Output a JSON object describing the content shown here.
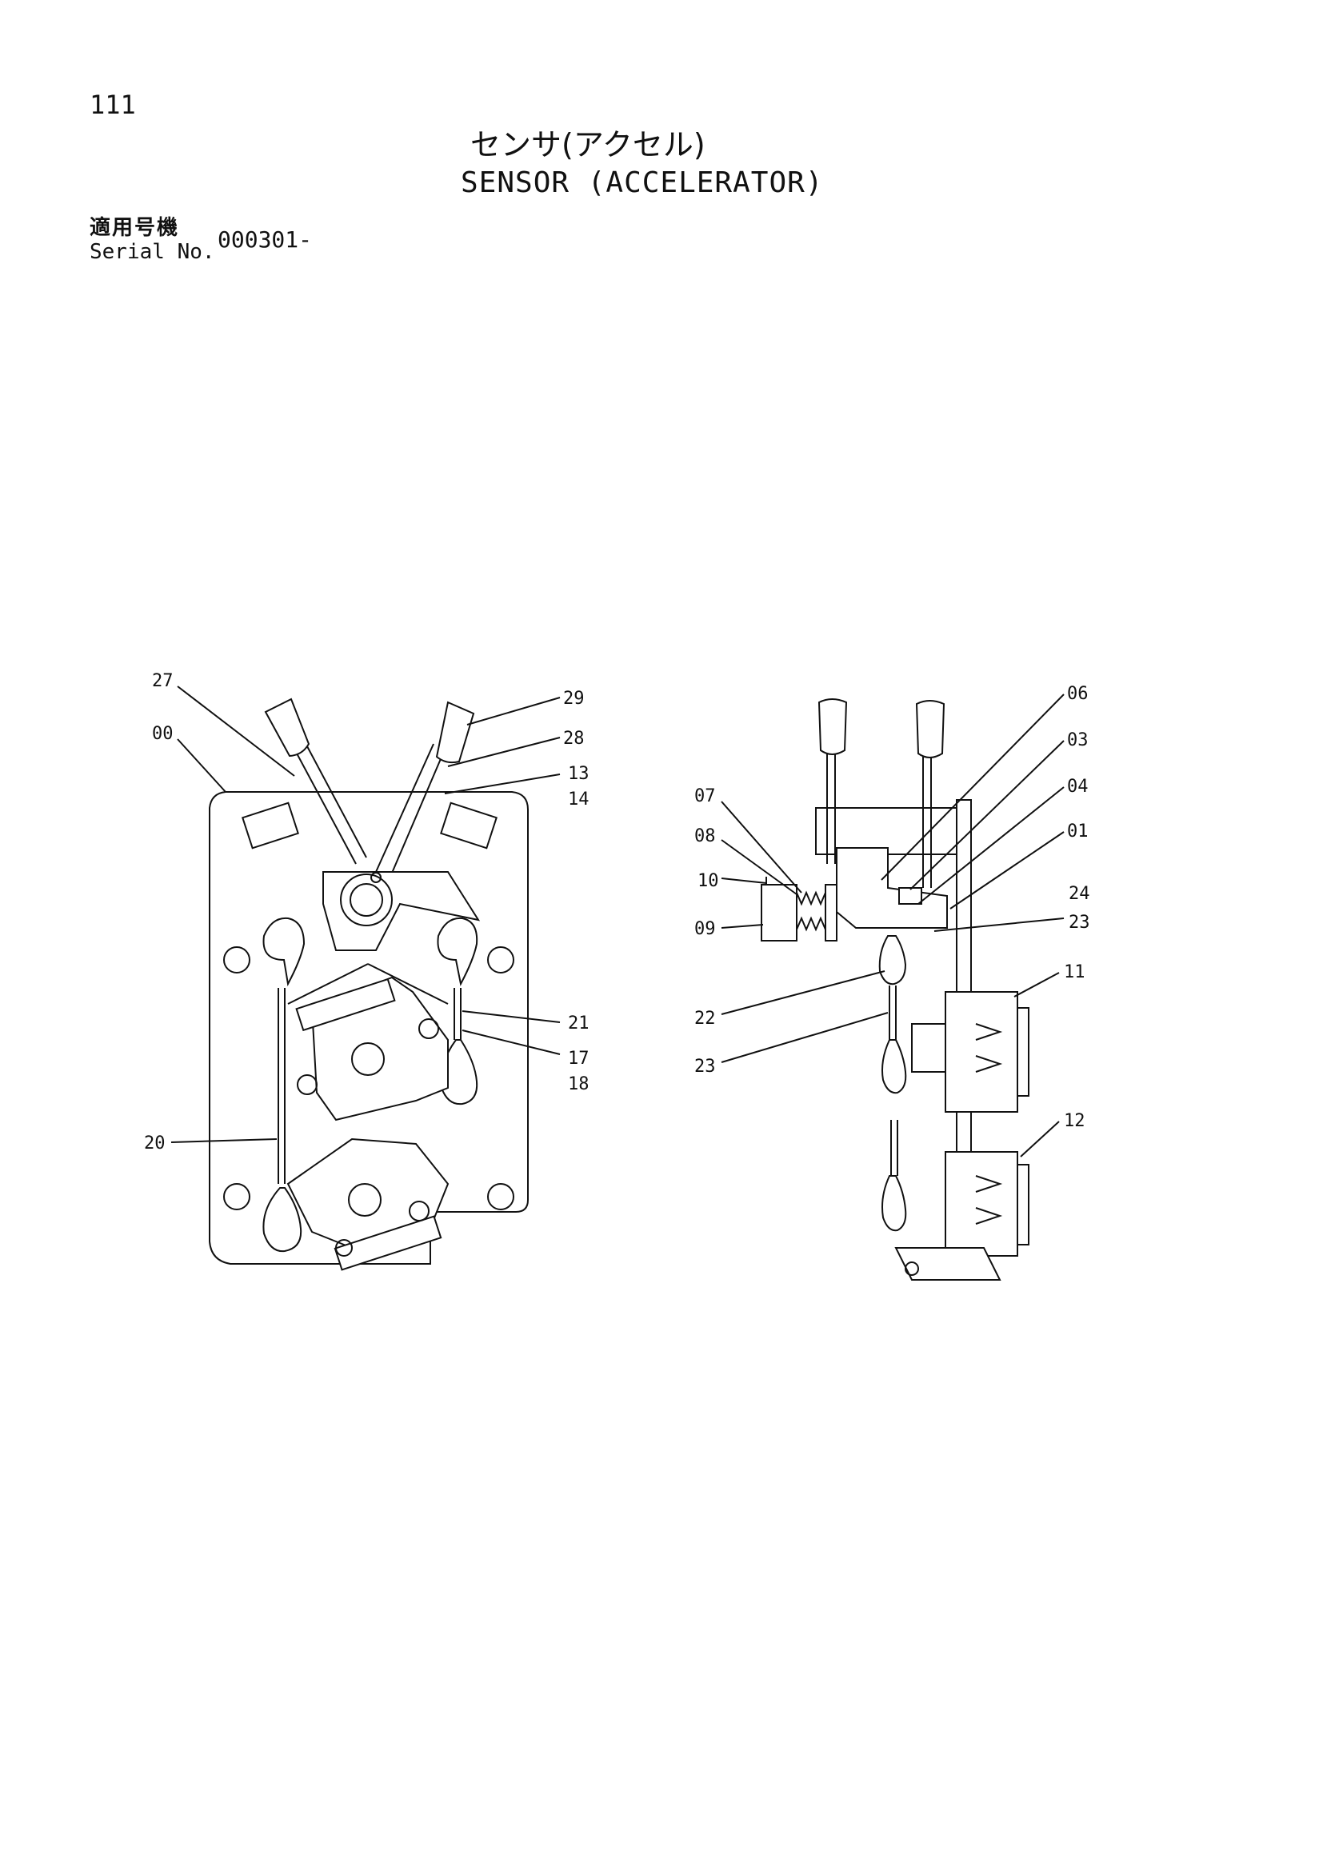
{
  "page": {
    "number": "111",
    "title_jp": "センサ(アクセル)",
    "title_en": "SENSOR (ACCELERATOR)",
    "serial_label_jp": "適用号機",
    "serial_label_en": "Serial No.",
    "serial_value": "000301-"
  },
  "callouts": [
    {
      "id": "c27",
      "text": "27"
    },
    {
      "id": "c00",
      "text": "00"
    },
    {
      "id": "c29",
      "text": "29"
    },
    {
      "id": "c28",
      "text": "28"
    },
    {
      "id": "c13",
      "text": "13"
    },
    {
      "id": "c14",
      "text": "14"
    },
    {
      "id": "c21",
      "text": "21"
    },
    {
      "id": "c17",
      "text": "17"
    },
    {
      "id": "c18",
      "text": "18"
    },
    {
      "id": "c20",
      "text": "20"
    },
    {
      "id": "c06",
      "text": "06"
    },
    {
      "id": "c03",
      "text": "03"
    },
    {
      "id": "c04",
      "text": "04"
    },
    {
      "id": "c01",
      "text": "01"
    },
    {
      "id": "c07",
      "text": "07"
    },
    {
      "id": "c08",
      "text": "08"
    },
    {
      "id": "c10",
      "text": "10"
    },
    {
      "id": "c09",
      "text": "09"
    },
    {
      "id": "c24",
      "text": "24"
    },
    {
      "id": "c23a",
      "text": "23"
    },
    {
      "id": "c11",
      "text": "11"
    },
    {
      "id": "c22",
      "text": "22"
    },
    {
      "id": "c23b",
      "text": "23"
    },
    {
      "id": "c12",
      "text": "12"
    }
  ]
}
